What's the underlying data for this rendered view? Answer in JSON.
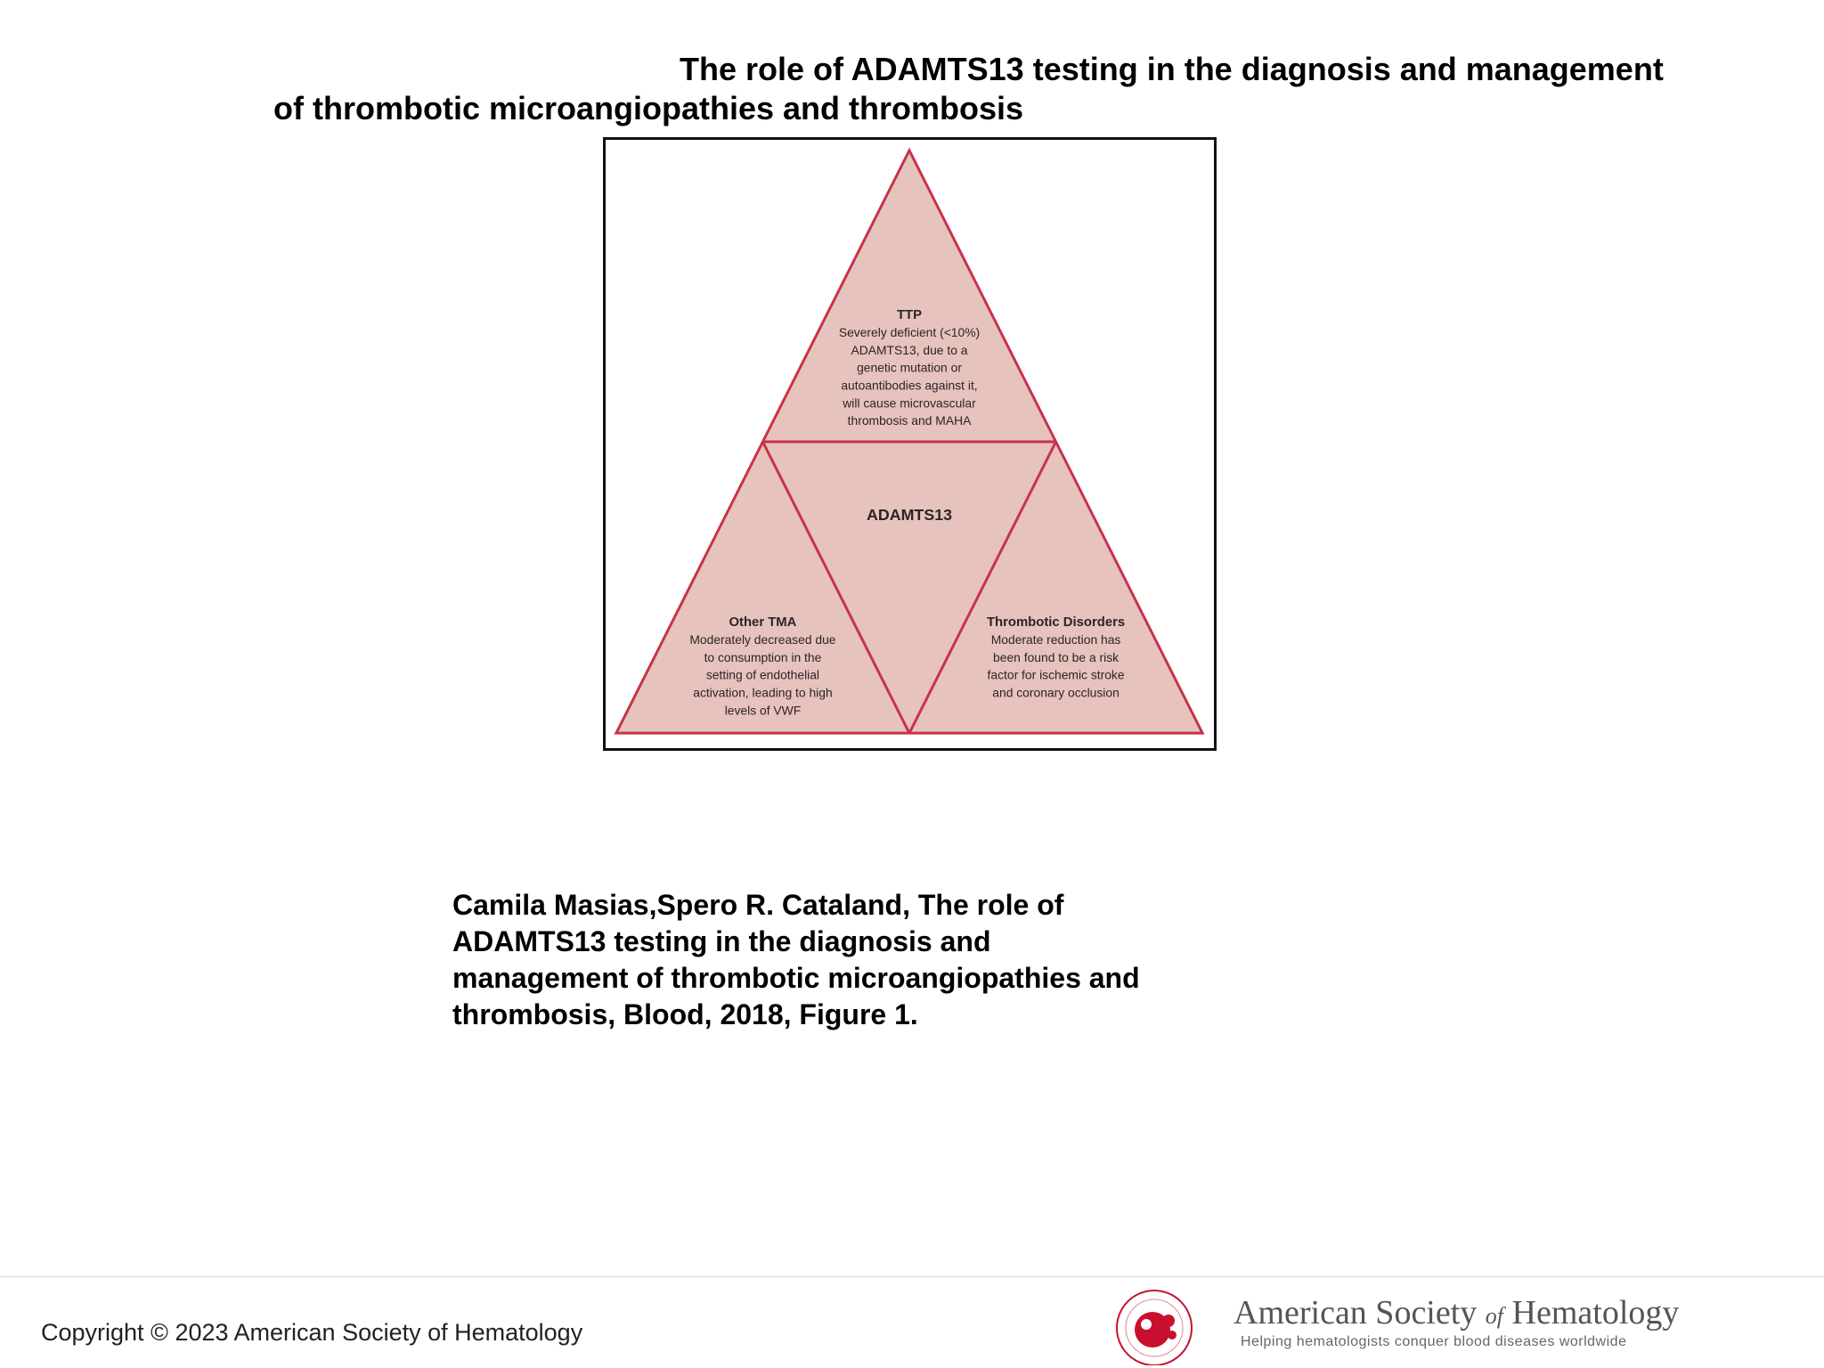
{
  "title": {
    "line1": "The role of ADAMTS13 testing in the diagnosis and management",
    "line2": "of thrombotic microangiopathies and thrombosis"
  },
  "diagram": {
    "fill_color": "#e6c3bd",
    "stroke_color": "#c8324a",
    "top": {
      "heading": "TTP",
      "lines": [
        "Severely deficient (<10%)",
        "ADAMTS13, due to a",
        "genetic mutation or",
        "autoantibodies against it,",
        "will cause microvascular",
        "thrombosis and MAHA"
      ]
    },
    "center": {
      "label": "ADAMTS13"
    },
    "left": {
      "heading": "Other TMA",
      "lines": [
        "Moderately decreased due",
        "to consumption in the",
        "setting of endothelial",
        "activation, leading to high",
        "levels of VWF"
      ]
    },
    "right": {
      "heading": "Thrombotic Disorders",
      "lines": [
        "Moderate reduction has",
        "been found to be a risk",
        "factor for ischemic stroke",
        "and coronary occlusion"
      ]
    }
  },
  "citation": {
    "lines": [
      "Camila Masias,Spero R. Cataland, The role of",
      "ADAMTS13 testing in the diagnosis and",
      "management of thrombotic microangiopathies and",
      "thrombosis, Blood, 2018, Figure 1."
    ]
  },
  "footer": {
    "copyright": "Copyright © 2023 American Society of Hematology",
    "logo_name_1": "American Society",
    "logo_name_of": "of",
    "logo_name_2": "Hematology",
    "logo_tagline": "Helping hematologists conquer blood diseases worldwide",
    "logo_red": "#c8102e"
  }
}
